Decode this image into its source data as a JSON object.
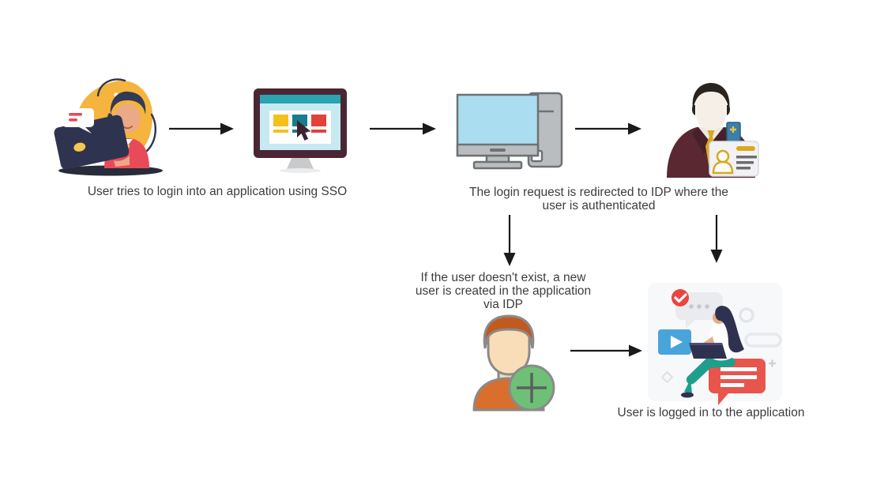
{
  "diagram": {
    "type": "flowchart",
    "topic": "SSO login flow",
    "nodes": [
      {
        "id": "user-laptop",
        "icon": "user-at-laptop-illustration",
        "caption": "User tries to login into an application using SSO"
      },
      {
        "id": "app-browser",
        "icon": "browser-window-monitor-illustration",
        "caption": ""
      },
      {
        "id": "idp-redirect",
        "icon": "desktop-computer-illustration",
        "caption": "The login request is redirected to IDP where the\nuser is authenticated"
      },
      {
        "id": "idp-user",
        "icon": "businessman-id-card-illustration",
        "caption": ""
      },
      {
        "id": "create-user",
        "icon": "add-user-plus-illustration",
        "caption": "If the user doesn't exist, a new\nuser is created in the application\nvia IDP"
      },
      {
        "id": "logged-in",
        "icon": "woman-laptop-chat-illustration",
        "caption": "User is logged in to the application"
      }
    ],
    "arrows": [
      {
        "from": "user-laptop",
        "to": "app-browser",
        "direction": "right"
      },
      {
        "from": "app-browser",
        "to": "idp-redirect",
        "direction": "right"
      },
      {
        "from": "idp-redirect",
        "to": "idp-user",
        "direction": "right"
      },
      {
        "from": "idp-redirect",
        "to": "create-user",
        "direction": "down"
      },
      {
        "from": "idp-user",
        "to": "logged-in",
        "direction": "down"
      },
      {
        "from": "create-user",
        "to": "logged-in",
        "direction": "right"
      }
    ],
    "colors": {
      "canvas_bg": "#ffffff",
      "arrow": "#1a1a1a",
      "caption_text": "#3d3d3d",
      "blob_yellow": "#f5b43e",
      "sweater_red": "#e84a5a",
      "laptop_navy": "#2e3450",
      "monitor_plum": "#4a2634",
      "monitor_teal": "#2aa4b0",
      "tile_yellow": "#f4c11c",
      "tile_teal": "#157f8d",
      "tile_red": "#e24238",
      "screen_blue": "#a9ddef",
      "computer_gray": "#babdbf",
      "suit_maroon": "#5a2830",
      "tie_gold": "#d8a81e",
      "badge_blue": "#3c7fa8",
      "add_green": "#6fc077",
      "shirt_orange": "#da6e2c",
      "chat_red": "#e8554d",
      "pants_teal": "#1f9e8e",
      "play_blue": "#49a4d9"
    }
  }
}
